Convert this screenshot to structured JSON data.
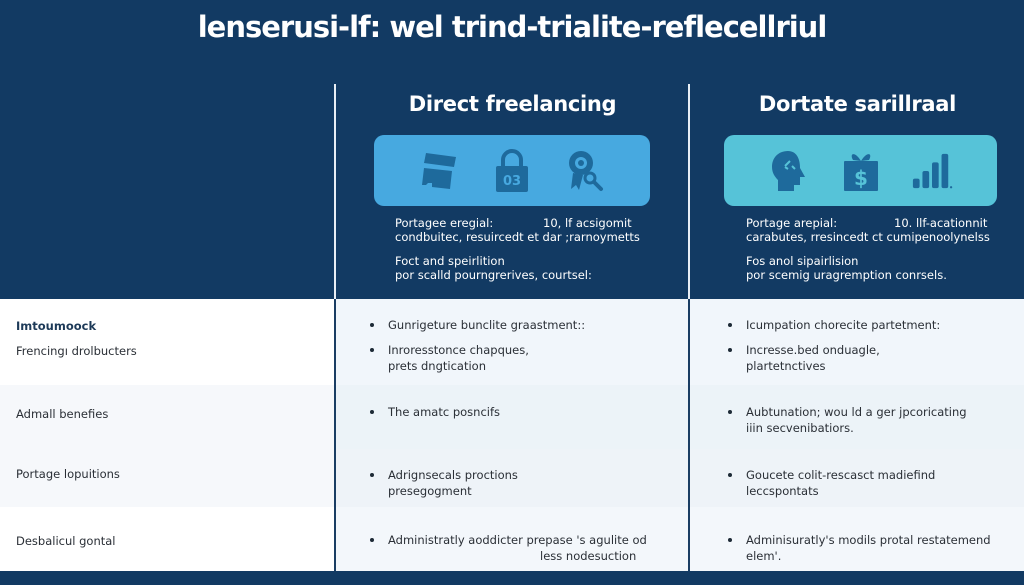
{
  "page": {
    "title": "lenserusi-lf: wel trind-trialite-reflecellriul",
    "colors": {
      "background": "#123a63",
      "panel_direct": "#47a9e0",
      "panel_portage": "#56c3d8",
      "icon_fill": "#1e6a9c"
    }
  },
  "columns": [
    {
      "title": "Direct freelancing",
      "icons": [
        "document-stack-icon",
        "padlock-icon",
        "award-search-icon"
      ],
      "padlock_number": "03",
      "desc": {
        "line1_label": "Portagee eregial:",
        "line1_value": "10, lf acsigomit",
        "line2": "condbuitec, resuircedt et dar ;rarnoymetts",
        "line3": "Foct and speirlition",
        "line4": "por scalld pourngrerives, courtsel:"
      }
    },
    {
      "title": "Dortate sarillraal",
      "icons": [
        "head-profile-icon",
        "gift-dollar-icon",
        "bar-chart-icon"
      ],
      "desc": {
        "line1_label": "Portage arepial:",
        "line1_value": "10. llf-acationnit",
        "line2": "carabutes, rresincedt ct cumipenoolynelss",
        "line3": "Fos anol sipairlision",
        "line4": "por scemig uragremption conrsels."
      }
    }
  ],
  "table": {
    "rows": [
      {
        "heading": "Imtoumoock",
        "label": "Frencingı drolbucters",
        "direct": [
          "Gunrigeture bunclite graastment::",
          "Inroresstonce chapques,",
          "prets dngtication"
        ],
        "portage": [
          "Icumpation chorecite partetment:",
          "Incresse.bed onduagle,",
          "plartetnctives"
        ]
      },
      {
        "label": "Admall benefies",
        "direct": [
          "The amatc posncifs"
        ],
        "portage": [
          "Aubtunation; wou ld a ger jpcoricating",
          "iiin secvenibatiors."
        ]
      },
      {
        "label": "Portage lopuitions",
        "direct": [
          "Adrignsecals proctions",
          "presegogment"
        ],
        "portage": [
          "Goucete colit-rescasct madiefind",
          "leccspontats"
        ]
      },
      {
        "label": "Desbalicul gontal",
        "direct": [
          "Administratly aoddicter prepase 's agulite od",
          "less nodesuction"
        ],
        "portage": [
          "Adminisuratly's modils protal restatemend",
          "elem'."
        ]
      }
    ]
  }
}
